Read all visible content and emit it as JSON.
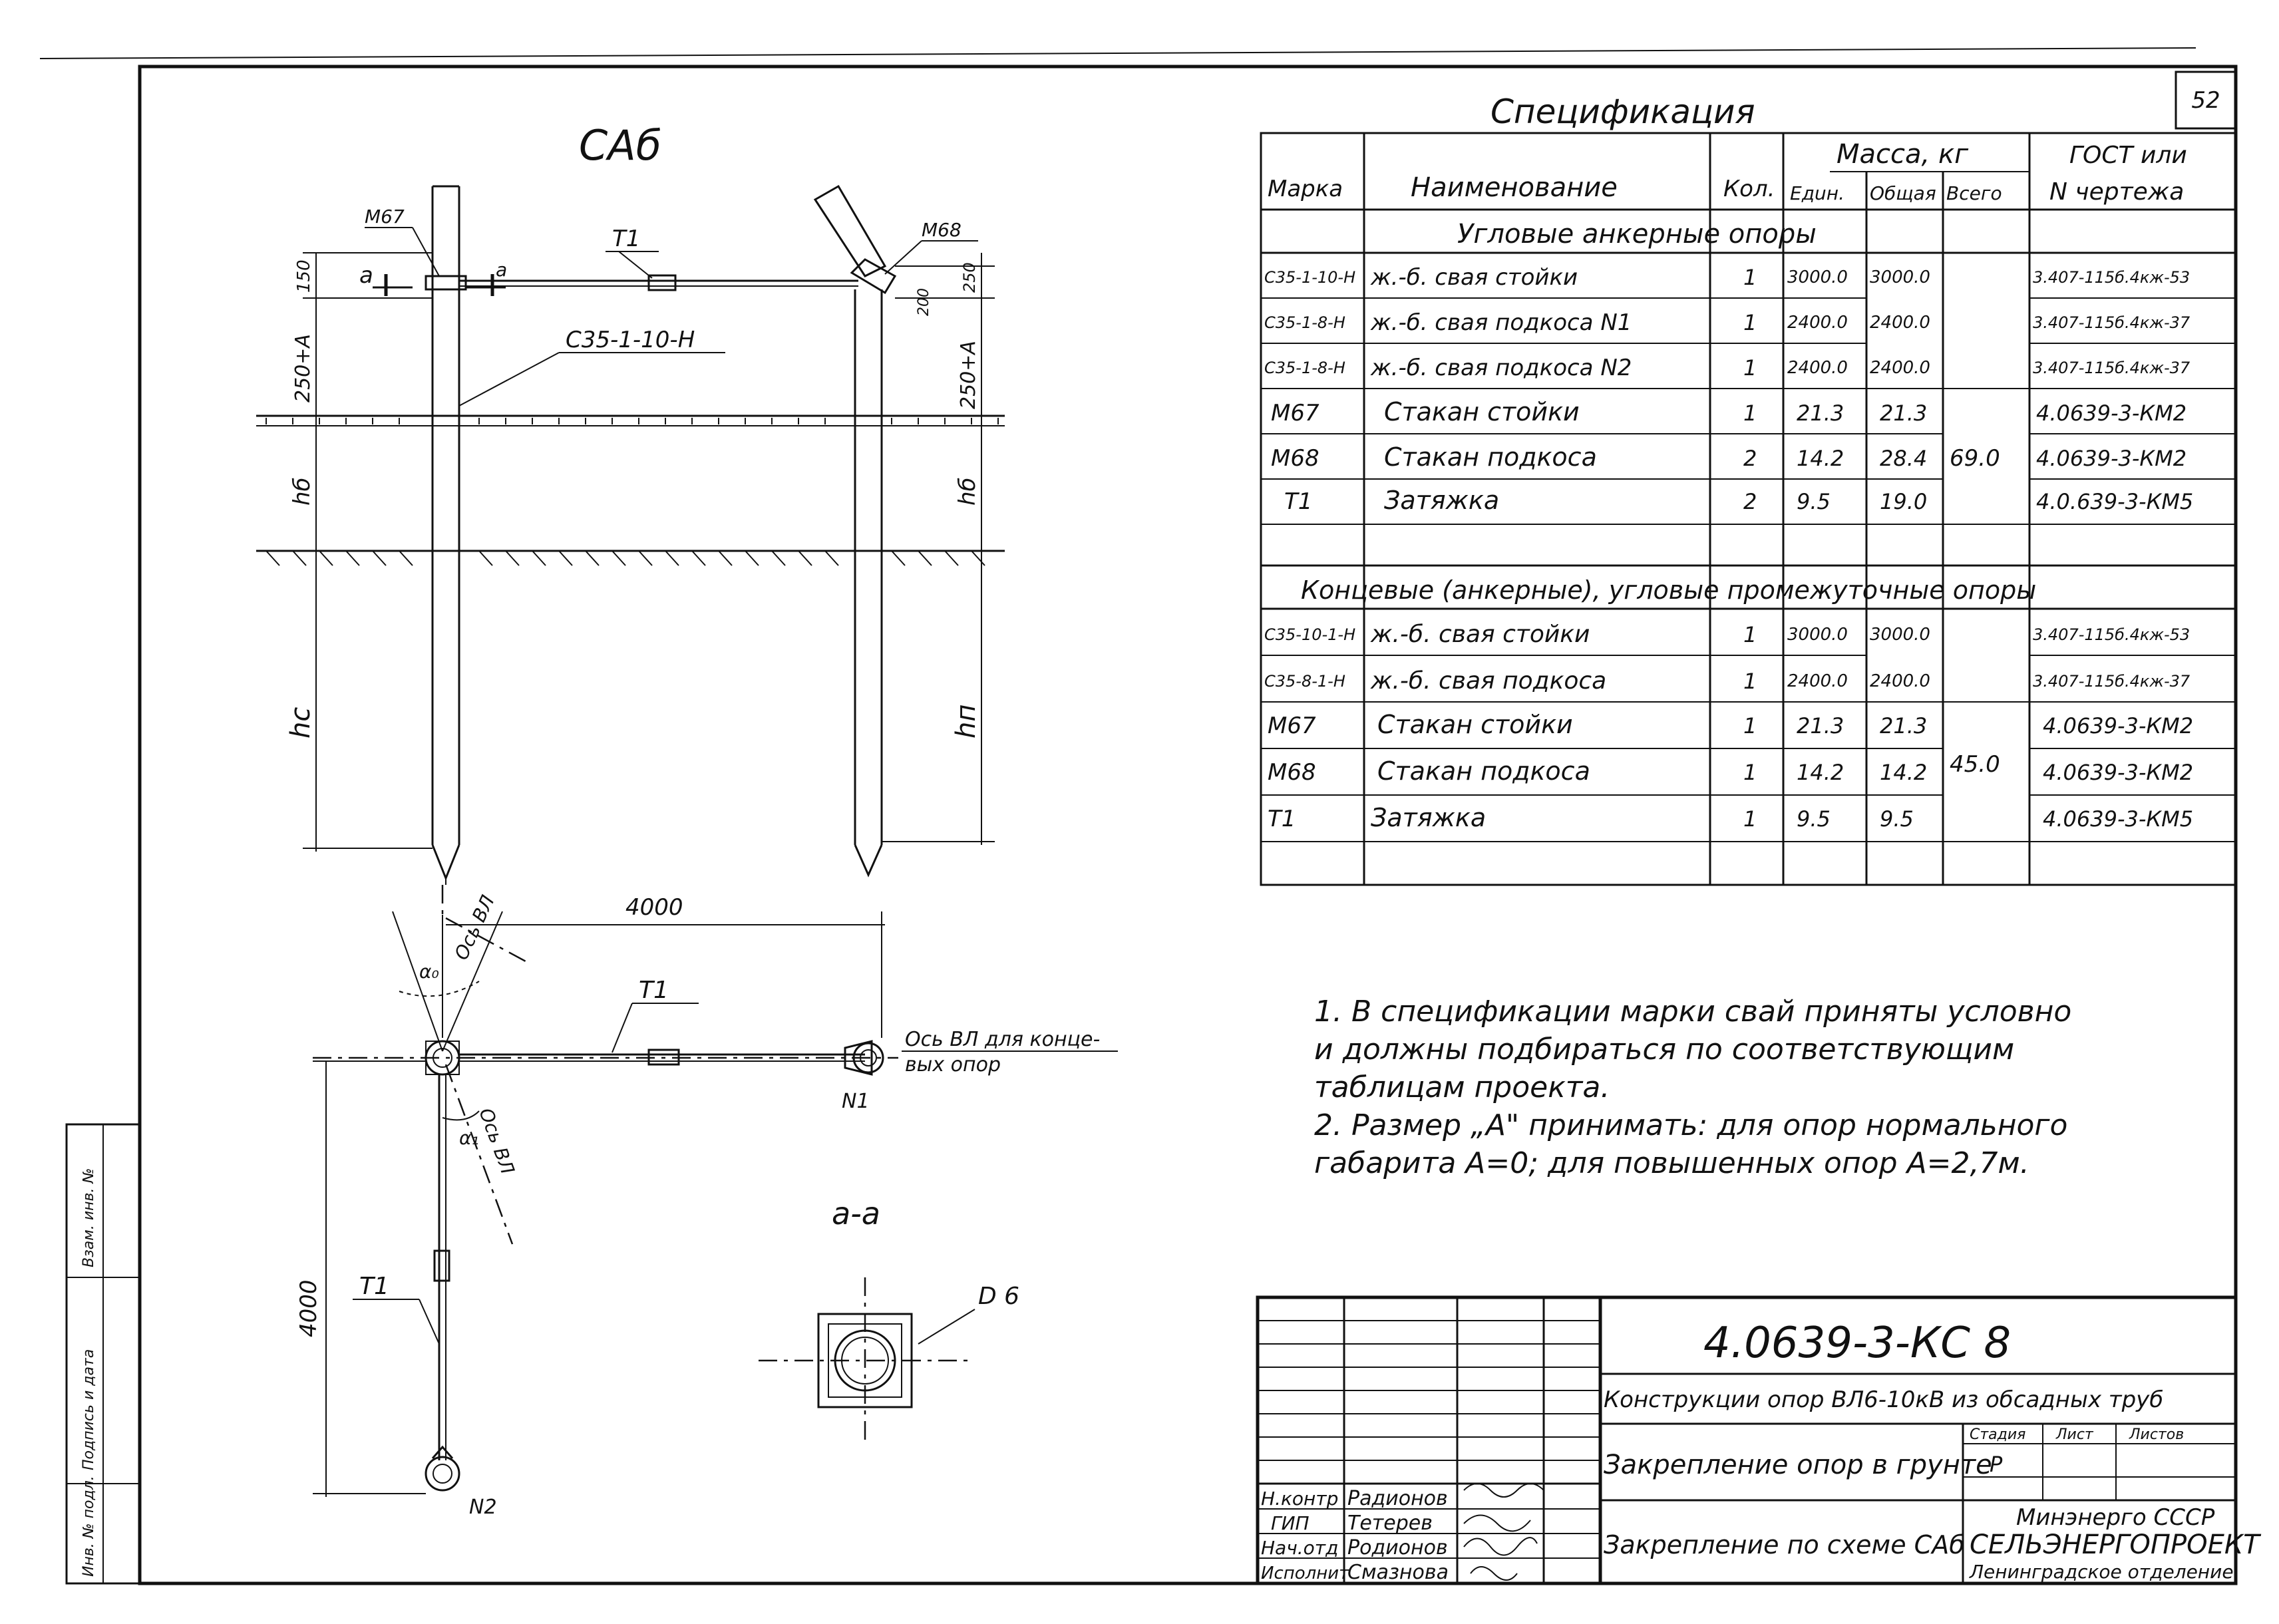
{
  "page_number": "52",
  "drawing": {
    "title": "САб",
    "labels": {
      "cap_left": "М67",
      "cap_right": "М68",
      "tie": "Т1",
      "pile": "С35-1-10-Н",
      "section_mark": "а",
      "dim_150": "150",
      "dim_250": "250",
      "dim_200": "200",
      "dim_250A_left": "250+А",
      "dim_250A_right": "250+А",
      "hb_left": "hб",
      "hb_right": "hб",
      "hc": "hс",
      "hp": "hп"
    }
  },
  "plan": {
    "dim_4000_h": "4000",
    "dim_4000_v": "4000",
    "axis_vl_top": "Ось ВЛ",
    "axis_vl_mid": "Ось ВЛ",
    "alpha0": "α₀",
    "alpha1": "α₁",
    "tie_top": "Т1",
    "tie_left": "Т1",
    "axis_end_note_1": "Ось ВЛ для конце-",
    "axis_end_note_2": "вых опор",
    "n1": "N1",
    "n2": "N2"
  },
  "section": {
    "title": "а-а",
    "d6": "D 6"
  },
  "spec": {
    "title": "Спецификация",
    "headers": {
      "mark": "Марка",
      "name": "Наименование",
      "qty": "Кол.",
      "mass": "Масса, кг",
      "unit": "Едuн.",
      "total": "Общая",
      "all": "Всего",
      "gost1": "ГОСТ или",
      "gost2": "N чертежа"
    },
    "section1": "Угловые анкерные опоры",
    "rows1": [
      {
        "mark": "С35-1-10-Н",
        "name": "ж.-б. свая стойки",
        "qty": "1",
        "unit": "3000.0",
        "total": "3000.0",
        "doc": "3.407-115б.4кж-53"
      },
      {
        "mark": "С35-1-8-Н",
        "name": "ж.-б. свая подкоса N1",
        "qty": "1",
        "unit": "2400.0",
        "total": "2400.0",
        "doc": "3.407-115б.4кж-37"
      },
      {
        "mark": "С35-1-8-Н",
        "name": "ж.-б. свая подкоса N2",
        "qty": "1",
        "unit": "2400.0",
        "total": "2400.0",
        "doc": "3.407-115б.4кж-37"
      },
      {
        "mark": "М67",
        "name": "Стакан стойки",
        "qty": "1",
        "unit": "21.3",
        "total": "21.3",
        "doc": "4.0639-3-КМ2"
      },
      {
        "mark": "М68",
        "name": "Стакан подкоса",
        "qty": "2",
        "unit": "14.2",
        "total": "28.4",
        "doc": "4.0639-3-КМ2"
      },
      {
        "mark": "Т1",
        "name": "Затяжка",
        "qty": "2",
        "unit": "9.5",
        "total": "19.0",
        "doc": "4.0.639-3-КМ5"
      }
    ],
    "total1": "69.0",
    "section2": "Концевые (анкерные), угловые промежуточные опоры",
    "rows2": [
      {
        "mark": "С35-10-1-Н",
        "name": "ж.-б. свая стойки",
        "qty": "1",
        "unit": "3000.0",
        "total": "3000.0",
        "doc": "3.407-115б.4кж-53"
      },
      {
        "mark": "С35-8-1-Н",
        "name": "ж.-б. свая подкоса",
        "qty": "1",
        "unit": "2400.0",
        "total": "2400.0",
        "doc": "3.407-115б.4кж-37"
      },
      {
        "mark": "М67",
        "name": "Стакан стойки",
        "qty": "1",
        "unit": "21.3",
        "total": "21.3",
        "doc": "4.0639-3-КМ2"
      },
      {
        "mark": "М68",
        "name": "Стакан подкоса",
        "qty": "1",
        "unit": "14.2",
        "total": "14.2",
        "doc": "4.0639-3-КМ2"
      },
      {
        "mark": "Т1",
        "name": "Затяжка",
        "qty": "1",
        "unit": "9.5",
        "total": "9.5",
        "doc": "4.0639-3-КМ5"
      }
    ],
    "total2": "45.0"
  },
  "notes": [
    "1. В спецификации марки свай приняты условно",
    "и должны подбираться по соответствующим",
    "таблицам проекта.",
    "2. Размер „А\" принимать: для опор нормального",
    "габарита А=0; для повышенных опор А=2,7м."
  ],
  "stamp": {
    "code": "4.0639-3-КС 8",
    "project": "Конструкции опор ВЛ6-10кВ из обсадных труб",
    "sheet_title": "Закрепление опор в грунте",
    "sheet_sub": "Закрепление по схеме САб",
    "stage_h": "Стадия",
    "sheet_h": "Лист",
    "sheets_h": "Листов",
    "stage": "Р",
    "org1": "Минэнерго СССР",
    "org2": "СЕЛЬЭНЕРГОПРОЕКТ",
    "org3": "Ленинградское отделение",
    "people": [
      {
        "role": "Н.контр",
        "name": "Радионов"
      },
      {
        "role": "ГИП",
        "name": "Тетерев"
      },
      {
        "role": "Нач.отд",
        "name": "Родионов"
      },
      {
        "role": "Исполнит",
        "name": "Смазнова"
      }
    ]
  },
  "side_stamp": [
    "Инв. № подл.",
    "Подпись и дата",
    "Взам. инв. №"
  ]
}
